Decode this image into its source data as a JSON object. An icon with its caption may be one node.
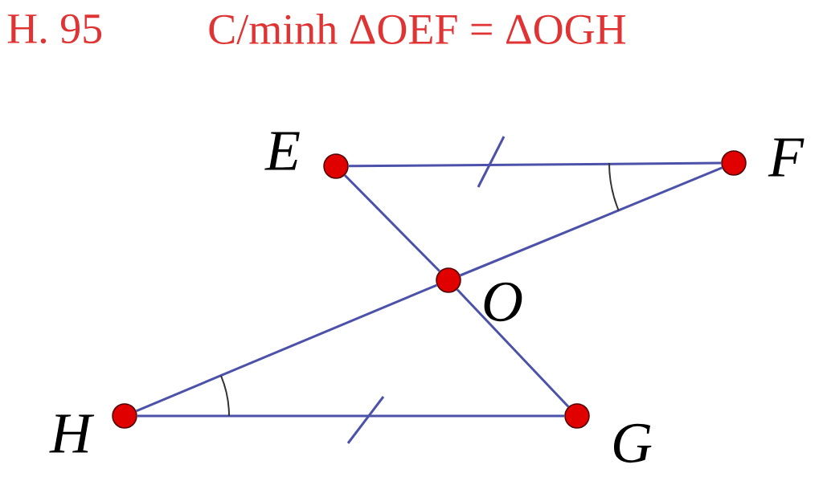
{
  "diagram": {
    "nodes": [
      {
        "text": [],
        "shape": "circle",
        "beside": [
          "E"
        ]
      },
      {
        "text": [],
        "shape": "circle",
        "beside": [
          "F"
        ]
      },
      {
        "text": [],
        "shape": "circle",
        "beside": [
          "O"
        ]
      },
      {
        "text": [],
        "shape": "circle",
        "beside": [
          "H"
        ]
      },
      {
        "text": [],
        "shape": "circle",
        "beside": [
          "G"
        ]
      }
    ],
    "edges": [
      {
        "from": 0,
        "to": 1,
        "arrow": "none"
      },
      {
        "from": 0,
        "to": 2,
        "arrow": "none"
      },
      {
        "from": 1,
        "to": 2,
        "arrow": "none"
      },
      {
        "from": 2,
        "to": 3,
        "arrow": "none"
      },
      {
        "from": 2,
        "to": 4,
        "arrow": "none"
      },
      {
        "from": 3,
        "to": 4,
        "arrow": "none"
      }
    ],
    "labels": [
      "H. 95",
      "C/minh ΔOEF = ΔOGH"
    ]
  }
}
